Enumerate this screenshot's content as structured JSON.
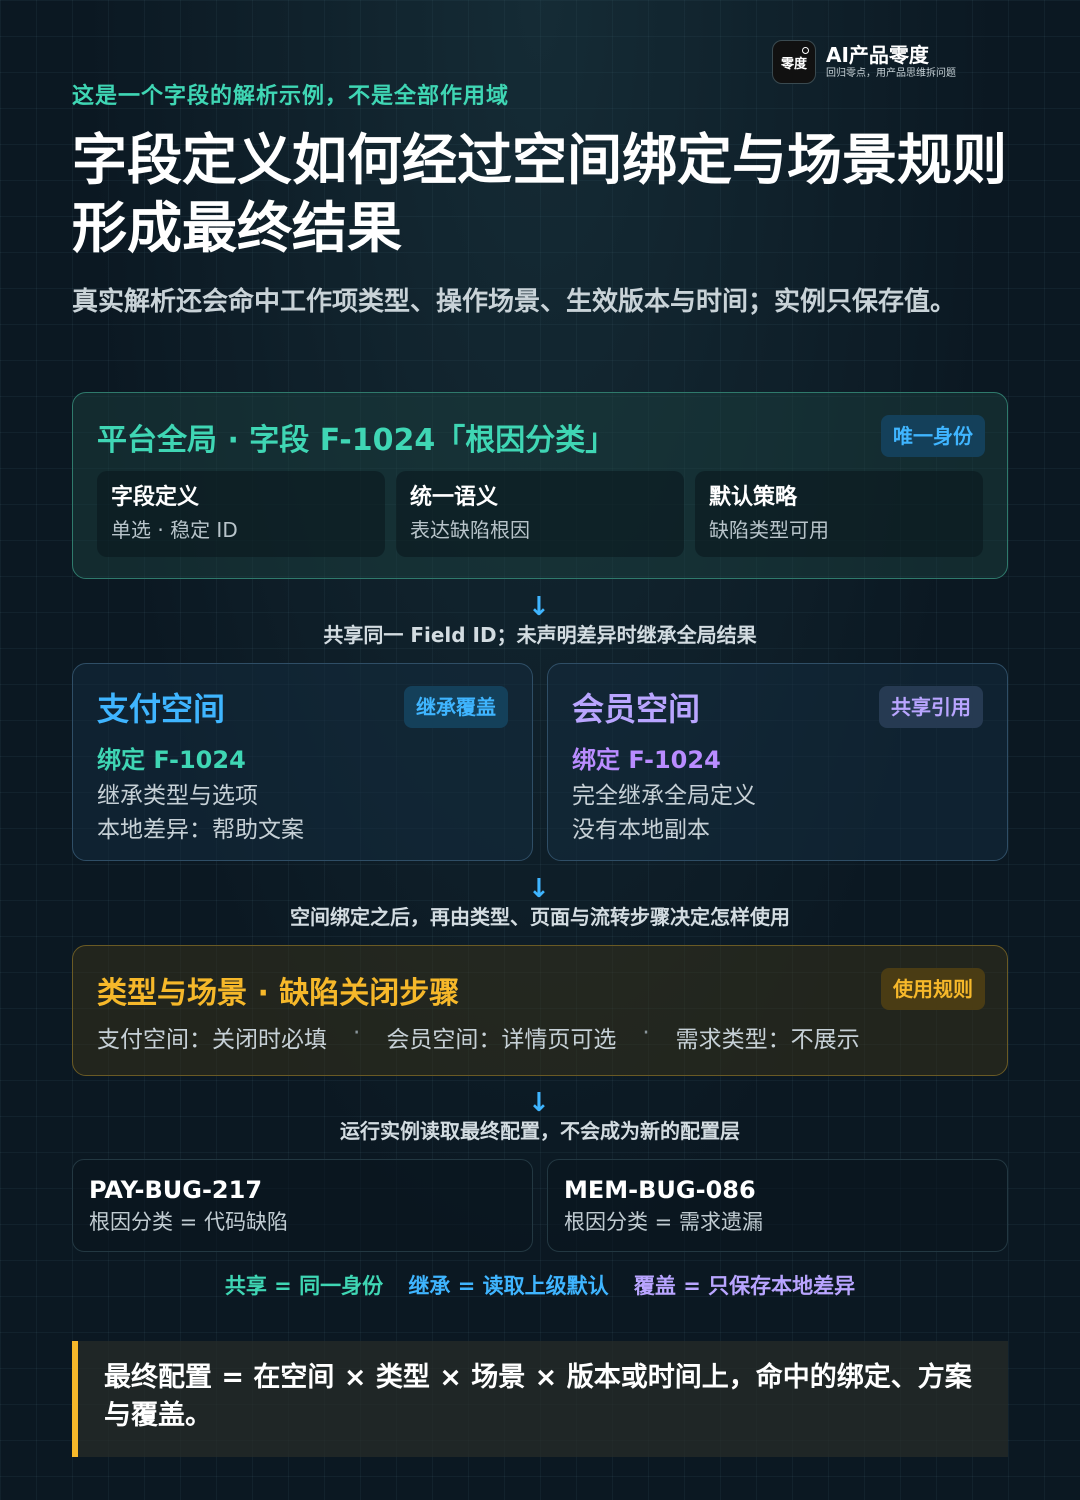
{
  "brand": {
    "logo_text": "零度",
    "name": "AI产品零度",
    "tagline": "回归零点，用产品思维拆问题"
  },
  "kicker": "这是一个字段的解析示例，不是全部作用域",
  "title": "字段定义如何经过空间绑定与场景规则形成最终结果",
  "subtitle": "真实解析还会命中工作项类型、操作场景、生效版本与时间；实例只保存值。",
  "global": {
    "title": "平台全局 · 字段 F-1024「根因分类」",
    "badge": "唯一身份",
    "items": [
      {
        "heading": "字段定义",
        "detail": "单选 · 稳定 ID"
      },
      {
        "heading": "统一语义",
        "detail": "表达缺陷根因"
      },
      {
        "heading": "默认策略",
        "detail": "缺陷类型可用"
      }
    ]
  },
  "flow": {
    "arrow": "↓",
    "caption_1": "共享同一 Field ID；未声明差异时继承全局结果",
    "caption_2": "空间绑定之后，再由类型、页面与流转步骤决定怎样使用",
    "caption_3": "运行实例读取最终配置，不会成为新的配置层"
  },
  "spaces": [
    {
      "title": "支付空间",
      "badge": "继承覆盖",
      "bind": "绑定 F-1024",
      "line1": "继承类型与选项",
      "line2": "本地差异：帮助文案",
      "accent": "#3fb5ff",
      "bind_color": "#3fd6b4"
    },
    {
      "title": "会员空间",
      "badge": "共享引用",
      "bind": "绑定 F-1024",
      "line1": "完全继承全局定义",
      "line2": "没有本地副本",
      "accent": "#b9a5ff",
      "bind_color": "#b98cff"
    }
  ],
  "rules": {
    "title": "类型与场景 · 缺陷关闭步骤",
    "badge": "使用规则",
    "items": [
      "支付空间：关闭时必填",
      "会员空间：详情页可选",
      "需求类型：不展示"
    ],
    "separator": "·"
  },
  "instances": [
    {
      "id": "PAY-BUG-217",
      "value": "根因分类 = 代码缺陷"
    },
    {
      "id": "MEM-BUG-086",
      "value": "根因分类 = 需求遗漏"
    }
  ],
  "legend": {
    "share": "共享 = 同一身份",
    "inherit": "继承 = 读取上级默认",
    "override": "覆盖 = 只保存本地差异",
    "colors": {
      "share": "#3fd6b4",
      "inherit": "#3fb5ff",
      "override": "#b9a5ff"
    }
  },
  "final": "最终配置 = 在空间 × 类型 × 场景 × 版本或时间上，命中的绑定、方案与覆盖。"
}
